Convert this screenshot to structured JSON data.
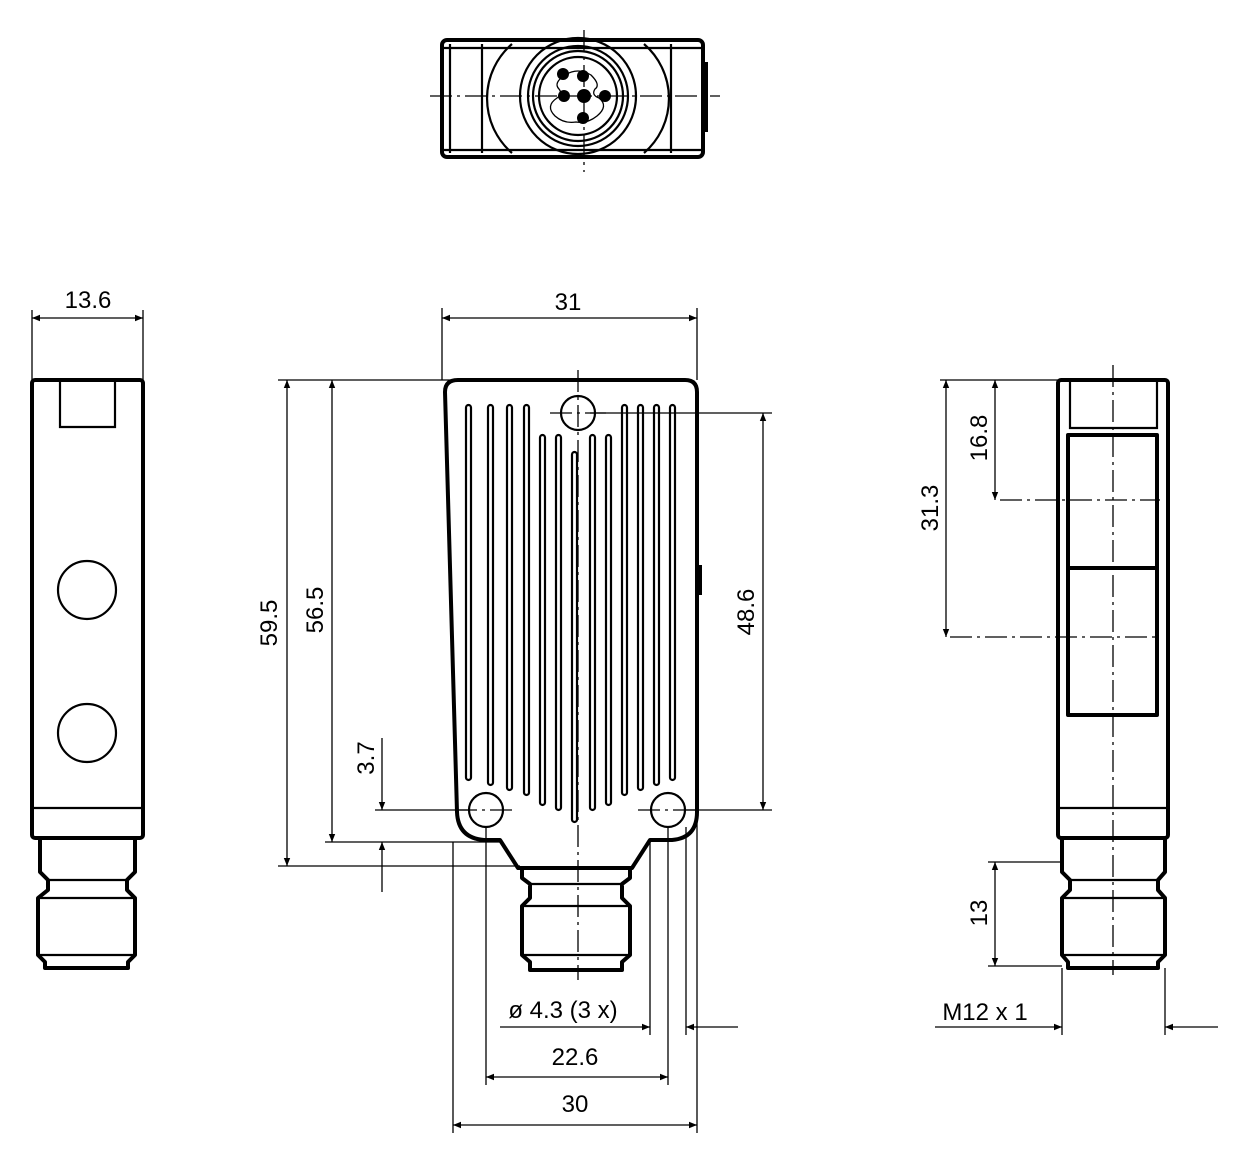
{
  "drawing": {
    "title": "Sensor dimension drawing",
    "line_color": "#000000",
    "background": "#ffffff",
    "dimensions": {
      "side_width": "13.6",
      "front_width_top": "31",
      "total_height": "59.5",
      "body_height": "56.5",
      "hole_offset": "3.7",
      "hole_spacing_vertical": "48.6",
      "hole_diameter": "ø 4.3 (3 x)",
      "hole_spacing_horizontal": "22.6",
      "front_width_bottom": "30",
      "window_height": "31.3",
      "window_offset": "16.8",
      "connector_length": "13",
      "thread": "M12 x 1"
    }
  }
}
